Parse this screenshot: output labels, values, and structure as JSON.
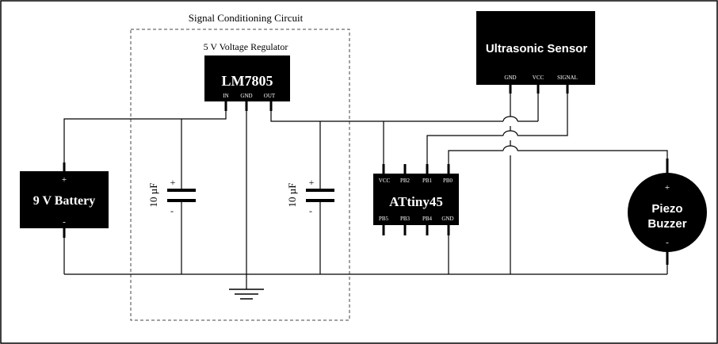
{
  "diagram": {
    "title": "Signal Conditioning Circuit",
    "regulator": {
      "subtitle": "5 V Voltage Regulator",
      "name": "LM7805",
      "pins": [
        "IN",
        "GND",
        "OUT"
      ]
    },
    "battery": {
      "name": "9 V Battery",
      "plus": "+",
      "minus": "-"
    },
    "capacitors": [
      {
        "value": "10 µF",
        "plus": "+",
        "minus": "-"
      },
      {
        "value": "10 µF",
        "plus": "+",
        "minus": "-"
      }
    ],
    "mcu": {
      "name": "ATtiny45",
      "top_pins": [
        "VCC",
        "PB2",
        "PB1",
        "PB0"
      ],
      "bottom_pins": [
        "PB5",
        "PB3",
        "PB4",
        "GND"
      ]
    },
    "sensor": {
      "name": "Ultrasonic Sensor",
      "pins": [
        "GND",
        "VCC",
        "SIGNAL"
      ]
    },
    "buzzer": {
      "line1": "Piezo",
      "line2": "Buzzer",
      "plus": "+",
      "minus": "-"
    },
    "colors": {
      "component_fill": "#000000",
      "component_text": "#ffffff",
      "wire": "#000000",
      "dashed_box": "#444444"
    }
  }
}
